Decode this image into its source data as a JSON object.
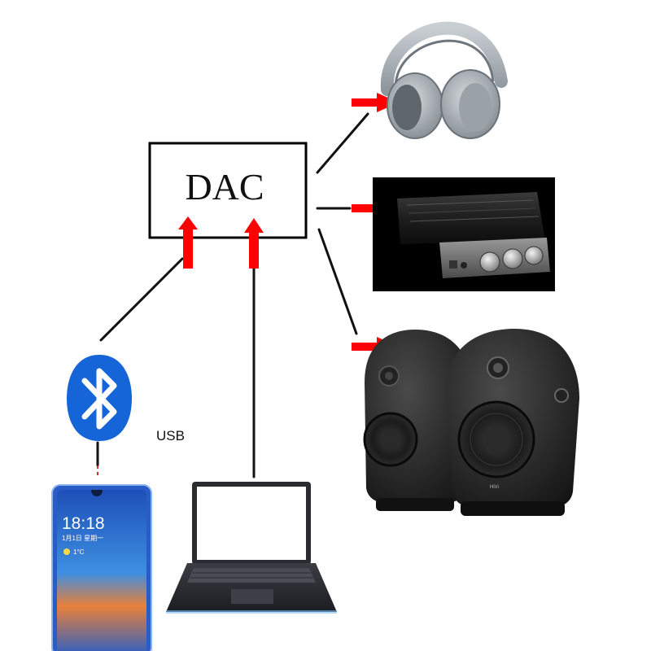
{
  "dac": {
    "label": "DAC"
  },
  "usb": {
    "label": "USB"
  },
  "phone": {
    "time": "18:18",
    "date": "1月1日 星期一",
    "weather": "1°C"
  },
  "speakers": {
    "brand": "HiVi"
  },
  "icons": {
    "bluetooth": "bluetooth-icon",
    "phone": "smartphone-icon",
    "laptop": "laptop-icon",
    "headphones": "headphones-icon",
    "amplifier": "amplifier-icon",
    "speakers": "speakers-icon"
  },
  "colors": {
    "arrow": "#ff0000",
    "bluetooth": "#1565d8",
    "line": "#111111"
  }
}
